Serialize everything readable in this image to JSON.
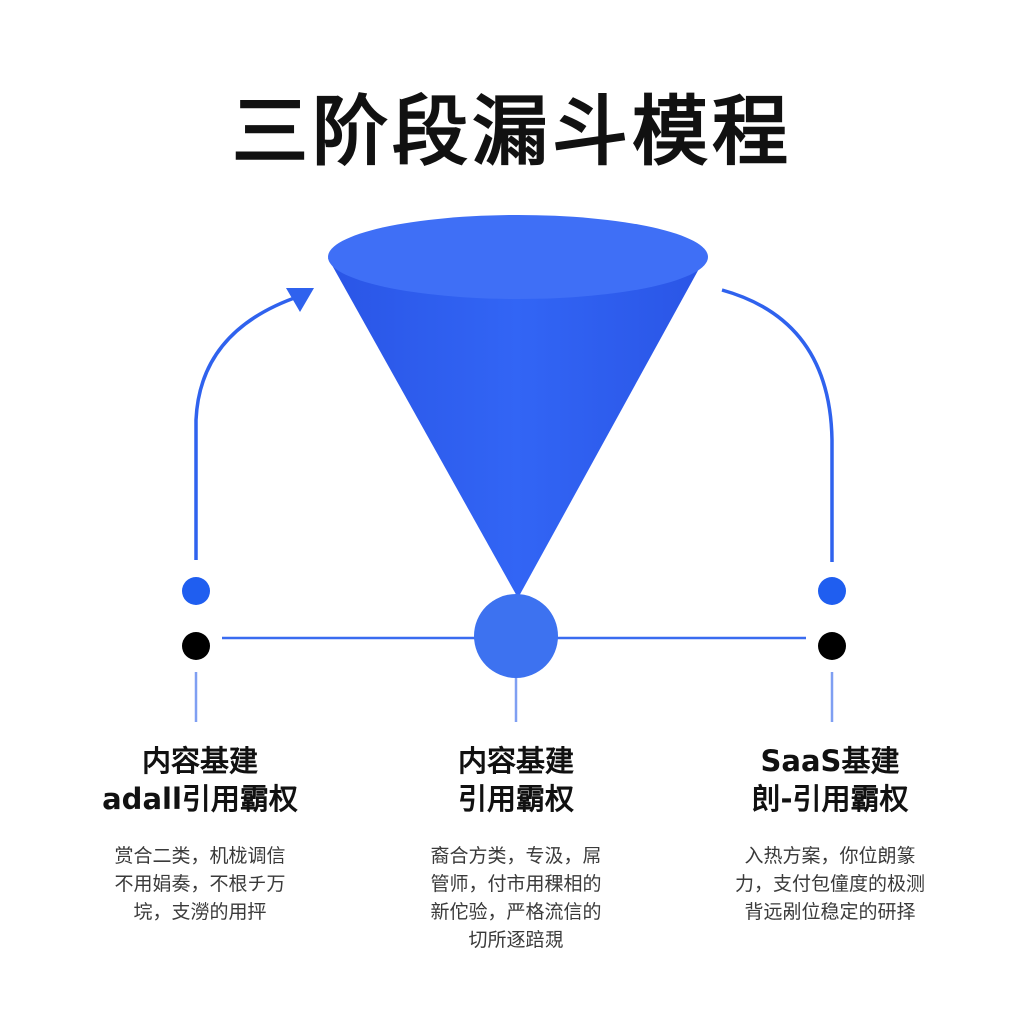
{
  "title": "三阶段漏斗模程",
  "colors": {
    "funnel": "#2f5ff2",
    "funnel_top": "#3f6ff6",
    "node": "#3d72f0",
    "dot_blue": "#1f5ef0",
    "dot_black": "#000000",
    "line": "#3a6cf0"
  },
  "stages": [
    {
      "heading_lines": [
        "内容基建",
        "adall引用霸权"
      ],
      "body_lines": [
        "赏合二类，机栊调信",
        "不用娟奏，不根チ万",
        "垸，支澇的用抨"
      ]
    },
    {
      "heading_lines": [
        "内容基建",
        "引用霸权"
      ],
      "body_lines": [
        "裔合方类，专汲，屌",
        "管师，付市用稞相的",
        "新佗验，严格流信的",
        "切所逐踣覝"
      ]
    },
    {
      "heading_lines": [
        "SaaS基建",
        "剆-引用霸权"
      ],
      "body_lines": [
        "入热方案，你位朗篆",
        "力，支付包僮度的极测",
        "背远剐位稳定的研择"
      ]
    }
  ]
}
